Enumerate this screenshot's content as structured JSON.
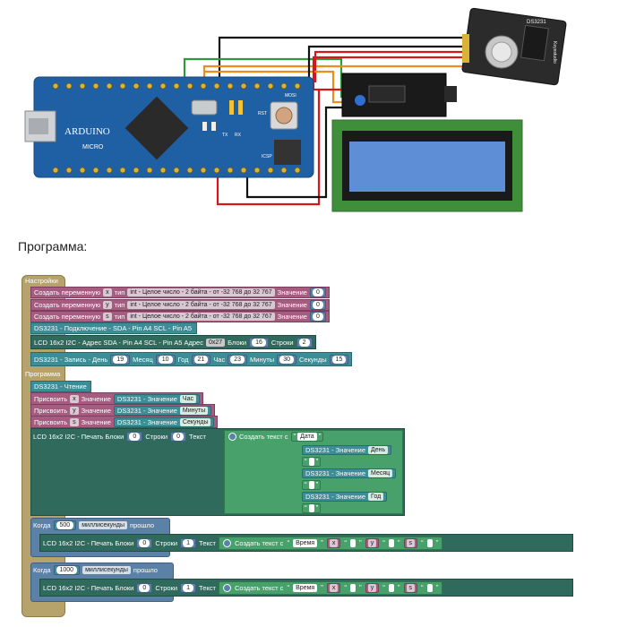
{
  "caption": "Программа:",
  "board": {
    "name": "ARDUINO",
    "model": "MICRO",
    "labels": {
      "tx": "TX",
      "rx": "RX",
      "rst": "RST",
      "icsp": "ICSP",
      "mosi": "MOSI"
    }
  },
  "rtc_module": {
    "chip": "DS3231",
    "brand": "Keyestudio"
  },
  "colors": {
    "wire_black": "#111111",
    "wire_red": "#d2181b",
    "wire_orange": "#ef8c1a",
    "wire_green": "#2e9a3c",
    "board": "#1f5fa3",
    "lcd_screen": "#5e8fd6",
    "lcd_pcb": "#3f8f3a"
  },
  "blocks": {
    "setup_label": "Настройки",
    "program_label": "Программа",
    "vars": [
      {
        "create": "Создать переменную",
        "name": "x",
        "type_label": "тип",
        "type": "int - Целое число - 2 байта - от -32 768 до 32 767",
        "value_label": "Значение",
        "value": "0"
      },
      {
        "create": "Создать переменную",
        "name": "y",
        "type_label": "тип",
        "type": "int - Целое число - 2 байта - от -32 768 до 32 767",
        "value_label": "Значение",
        "value": "0"
      },
      {
        "create": "Создать переменную",
        "name": "s",
        "type_label": "тип",
        "type": "int - Целое число - 2 байта - от -32 768 до 32 767",
        "value_label": "Значение",
        "value": "0"
      }
    ],
    "ds_connect": "DS3231 - Подключение - SDA - Pin A4 SCL - Pin A5",
    "lcd_init": {
      "text": "LCD 16x2 I2C - Адрес  SDA - Pin A4 SCL - Pin A5 Адрес",
      "addr": "0x27",
      "cols_label": "Блоки",
      "cols": "16",
      "rows_label": "Строки",
      "rows": "2"
    },
    "ds_write": {
      "text": "DS3231 - Запись - День",
      "day": "19",
      "month_label": "Месяц",
      "month": "10",
      "year_label": "Год",
      "year": "21",
      "hour_label": "Час",
      "hour": "23",
      "min_label": "Минуты",
      "min": "30",
      "sec_label": "Секунды",
      "sec": "15"
    },
    "ds_read": "DS3231 - Чтение",
    "assigns": [
      {
        "assign": "Присвоить",
        "var": "x",
        "value_label": "Значение",
        "src": "DS3231 - Значение",
        "field": "Час"
      },
      {
        "assign": "Присвоить",
        "var": "y",
        "value_label": "Значение",
        "src": "DS3231 - Значение",
        "field": "Минуты"
      },
      {
        "assign": "Присвоить",
        "var": "s",
        "value_label": "Значение",
        "src": "DS3231 - Значение",
        "field": "Секунды"
      }
    ],
    "lcd_print1": {
      "text": "LCD 16x2 I2C - Печать  Блоки",
      "block": "0",
      "row_label": "Строки",
      "row": "0",
      "text_label": "Текст",
      "create_text": "Создать текст с",
      "parts": [
        "Дата",
        "DS3231 - Значение",
        "День",
        "",
        "DS3231 - Значение",
        "Месяц",
        "",
        "DS3231 - Значение",
        "Год",
        ""
      ]
    },
    "wait1": {
      "when": "Когда",
      "ms": "500",
      "unit": "миллисекунды",
      "passed": "прошло"
    },
    "lcd_print2": {
      "text": "LCD 16x2 I2C - Печать  Блоки",
      "block": "0",
      "row_label": "Строки",
      "row": "1",
      "text_label": "Текст",
      "create_text": "Создать текст с",
      "time": "Время",
      "x": "x",
      "y": "y",
      "s": "s"
    },
    "wait2": {
      "when": "Когда",
      "ms": "1000",
      "unit": "миллисекунды",
      "passed": "прошло"
    },
    "lcd_print3": {
      "text": "LCD 16x2 I2C - Печать  Блоки",
      "block": "0",
      "row_label": "Строки",
      "row": "1",
      "text_label": "Текст",
      "create_text": "Создать текст с",
      "time": "Время",
      "x": "x",
      "y": "y",
      "s": "s"
    }
  }
}
